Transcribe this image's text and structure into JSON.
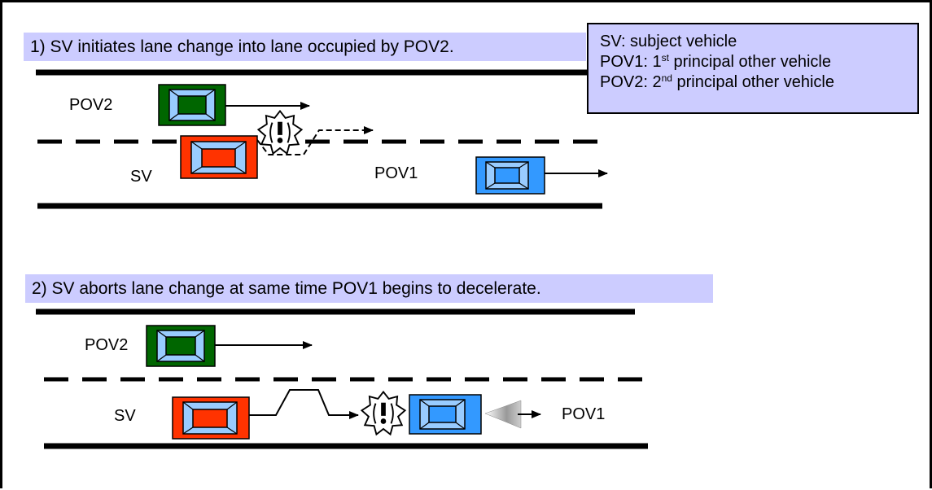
{
  "scenario1": {
    "caption": "1) SV initiates lane change into lane occupied by POV2.",
    "label_pov2": "POV2",
    "label_sv": "SV",
    "label_pov1": "POV1"
  },
  "scenario2": {
    "caption": "2) SV aborts lane change at same time POV1 begins to decelerate.",
    "label_pov2": "POV2",
    "label_sv": "SV",
    "label_pov1": "POV1"
  },
  "legend": {
    "sv": "SV:  subject vehicle",
    "pov1_prefix": "POV1:  1",
    "pov1_sup": "st",
    "pov1_suffix": " principal other vehicle",
    "pov2_prefix": "POV2:  2",
    "pov2_sup": "nd",
    "pov2_suffix": " principal other vehicle"
  },
  "colors": {
    "sv": "#ff3300",
    "pov1": "#3399ff",
    "pov2": "#006600",
    "caption_bg": "#ccccff",
    "window": "#99ccff"
  },
  "icons": {
    "warning": "exclamation-burst-icon",
    "motion": "arrow-right-icon"
  }
}
